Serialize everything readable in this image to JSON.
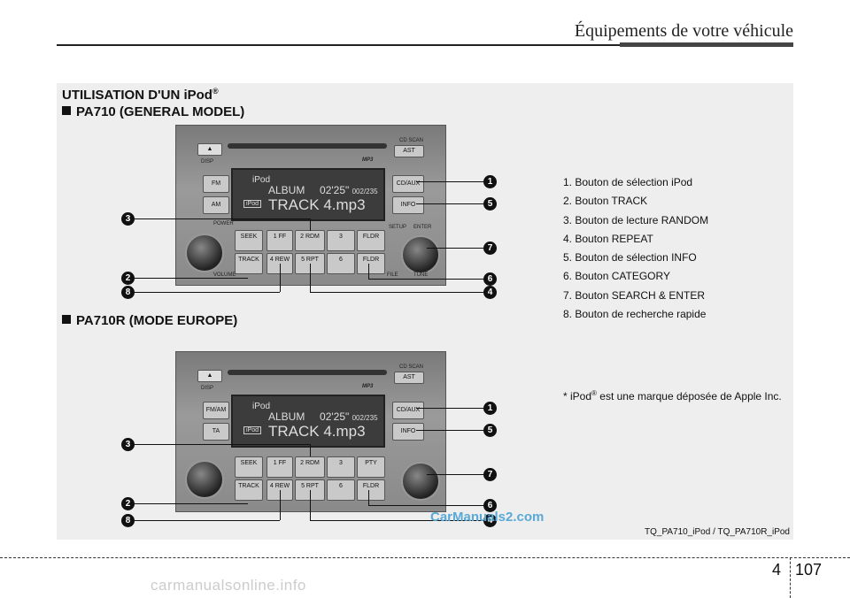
{
  "header": {
    "title": "Équipements de votre véhicule"
  },
  "section": {
    "title": "UTILISATION D'UN iPod",
    "title_reg": "®",
    "sub1": "PA710 (GENERAL MODEL)",
    "sub2": "PA710R (MODE EUROPE)"
  },
  "radio1": {
    "cd_scan": "CD SCAN",
    "ast": "AST",
    "mp3": "MP3",
    "disp": "DISP",
    "fm": "FM",
    "am": "AM",
    "cdaux": "CD/AUX",
    "info": "INFO",
    "power": "POWER",
    "volume": "VOLUME",
    "setup": "SETUP",
    "enter": "ENTER",
    "file": "FILE",
    "tune": "TUNE",
    "lcd_mode": "iPod",
    "lcd_album": "ALBUM",
    "lcd_time": "02'25\"",
    "lcd_count": "002/235",
    "lcd_tag": "iPod",
    "lcd_track": "TRACK 4.mp3",
    "seek": "SEEK",
    "track": "TRACK",
    "b1": "1 FF",
    "b2": "2 RDM",
    "b3": "3",
    "b4": "4 REW",
    "b5": "5 RPT",
    "b6": "6",
    "fldr_up": "FLDR",
    "fldr_dn": "FLDR"
  },
  "radio2": {
    "cd_scan": "CD SCAN",
    "ast": "AST",
    "mp3": "MP3",
    "disp": "DISP",
    "fmam": "FM/AM",
    "ta": "TA",
    "cdaux": "CD/AUX",
    "info": "INFO",
    "lcd_mode": "iPod",
    "lcd_album": "ALBUM",
    "lcd_time": "02'25\"",
    "lcd_count": "002/235",
    "lcd_tag": "iPod",
    "lcd_track": "TRACK 4.mp3",
    "seek": "SEEK",
    "track": "TRACK",
    "b1": "1 FF",
    "b2": "2 RDM",
    "b3": "3",
    "b4": "4 REW",
    "b5": "5 RPT",
    "b6": "6",
    "pty": "PTY",
    "fldr": "FLDR"
  },
  "markers": {
    "m1": "1",
    "m2": "2",
    "m3": "3",
    "m4": "4",
    "m5": "5",
    "m6": "6",
    "m7": "7",
    "m8": "8"
  },
  "legend": [
    "1. Bouton de sélection iPod",
    "2. Bouton TRACK",
    "3. Bouton de lecture RANDOM",
    "4. Bouton REPEAT",
    "5. Bouton de sélection INFO",
    "6. Bouton CATEGORY",
    "7. Bouton SEARCH & ENTER",
    "8. Bouton de recherche rapide"
  ],
  "note": {
    "prefix": "* iPod",
    "reg": "®",
    "text": " est une marque déposée de Apple Inc."
  },
  "footnote": "TQ_PA710_iPod / TQ_PA710R_iPod",
  "watermark": "CarManuals2.com",
  "page": {
    "chapter": "4",
    "number": "107"
  },
  "bottom_watermark": "carmanualsonline.info"
}
